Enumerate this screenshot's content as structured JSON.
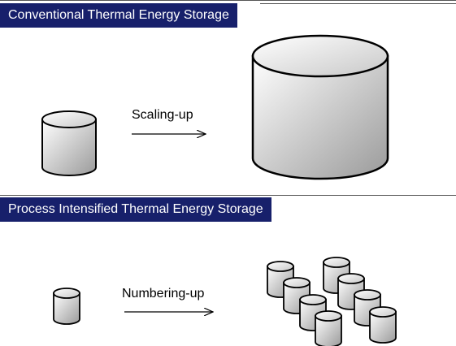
{
  "sections": [
    {
      "title": "Conventional Thermal Energy Storage",
      "process": "Scaling-up"
    },
    {
      "title": "Process Intensified Thermal Energy Storage",
      "process": "Numbering-up"
    }
  ],
  "colors": {
    "title_bg": "#17206b",
    "title_text": "#ffffff",
    "cylinder_stroke": "#000000",
    "gradient_light": "#ffffff",
    "gradient_dark": "#9a9a9a"
  }
}
